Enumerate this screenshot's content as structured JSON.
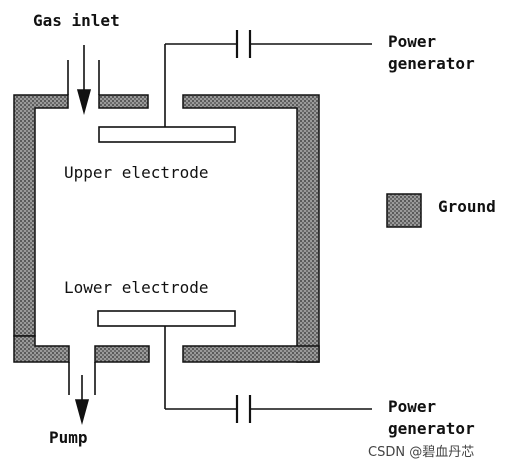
{
  "labels": {
    "gas_inlet": "Gas inlet",
    "power_generator_top_line1": "Power",
    "power_generator_top_line2": "generator",
    "upper_electrode": "Upper electrode",
    "ground": "Ground",
    "lower_electrode": "Lower electrode",
    "power_generator_bottom_line1": "Power",
    "power_generator_bottom_line2": "generator",
    "pump": "Pump"
  },
  "watermark": "CSDN @碧血丹芯",
  "colors": {
    "ground_fill": "#8a8a8a",
    "line": "#111111",
    "background": "#ffffff"
  }
}
